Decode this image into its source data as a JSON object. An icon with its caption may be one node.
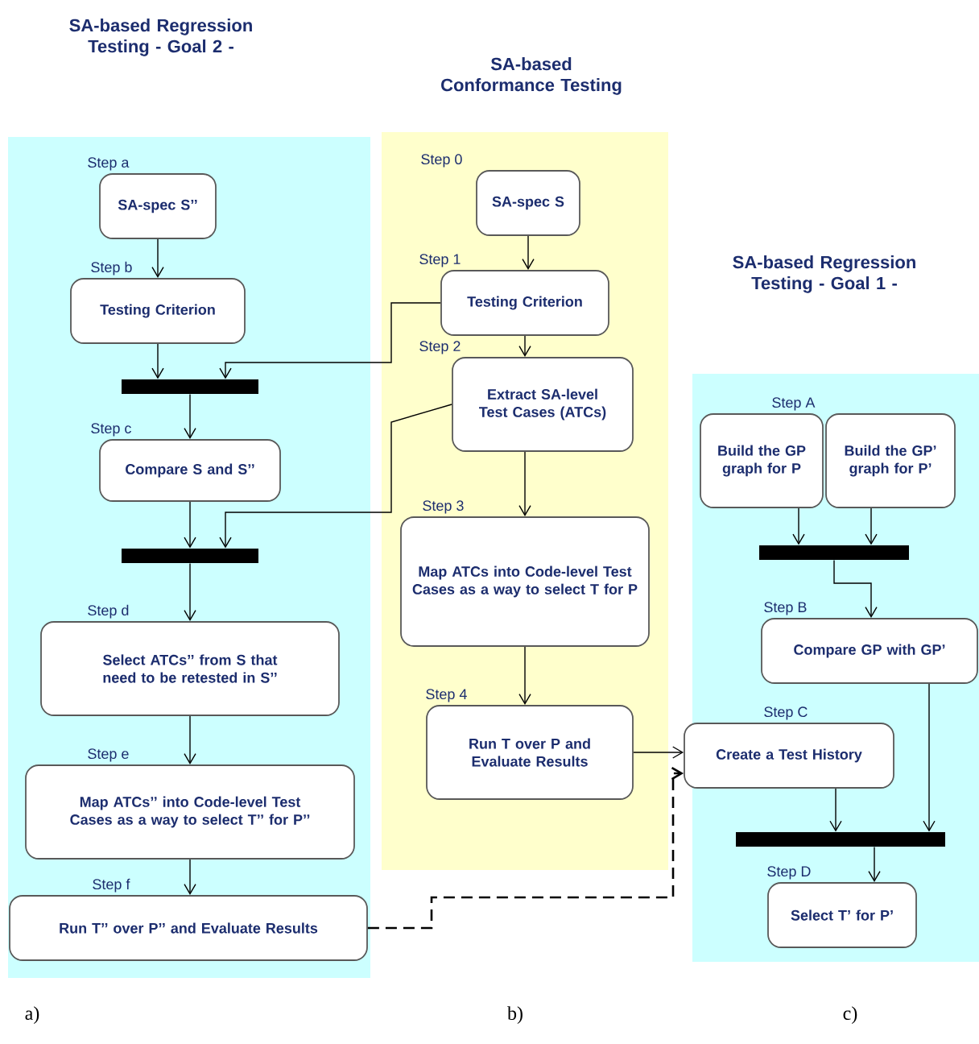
{
  "diagram": {
    "nodes": [
      {
        "text": [
          "SA-based Regression Testing - Goal 2 -"
        ]
      },
      {
        "text": [
          "SA-spec S’’"
        ],
        "in": 0,
        "beside": [
          "Step a"
        ]
      },
      {
        "text": [
          "Testing Criterion"
        ],
        "in": 0,
        "beside": [
          "Step b"
        ]
      },
      {
        "text": [],
        "shape": "bar",
        "in": 0
      },
      {
        "text": [
          "Compare S and S’’"
        ],
        "in": 0,
        "beside": [
          "Step c"
        ]
      },
      {
        "text": [],
        "shape": "bar",
        "in": 0
      },
      {
        "text": [
          "Select ATCs’’ from S that need to be retested in S’’"
        ],
        "in": 0,
        "beside": [
          "Step d"
        ]
      },
      {
        "text": [
          "Map ATCs’’ into Code-level Test Cases as a way to select T’’ for P’’"
        ],
        "in": 0,
        "beside": [
          "Step e"
        ]
      },
      {
        "text": [
          "Run T’’ over P’’ and Evaluate Results"
        ],
        "in": 0,
        "beside": [
          "Step f"
        ]
      },
      {
        "text": [
          "SA-based Conformance Testing"
        ]
      },
      {
        "text": [
          "SA-spec S"
        ],
        "in": 9,
        "beside": [
          "Step 0"
        ]
      },
      {
        "text": [
          "Testing Criterion"
        ],
        "in": 9,
        "beside": [
          "Step 1"
        ]
      },
      {
        "text": [
          "Extract SA-level Test Cases (ATCs)"
        ],
        "in": 9,
        "beside": [
          "Step 2"
        ]
      },
      {
        "text": [
          "Map ATCs into Code-level Test Cases as a way to select T for P"
        ],
        "in": 9,
        "beside": [
          "Step 3"
        ]
      },
      {
        "text": [
          "Run T over P and Evaluate Results"
        ],
        "in": 9,
        "beside": [
          "Step 4"
        ]
      },
      {
        "text": [
          "SA-based Regression Testing - Goal 1 -"
        ]
      },
      {
        "text": [
          "Build the GP graph for P"
        ],
        "in": 15,
        "beside": [
          "Step A"
        ]
      },
      {
        "text": [
          "Build the GP’ graph for P’"
        ],
        "in": 15
      },
      {
        "text": [],
        "shape": "bar",
        "in": 15
      },
      {
        "text": [
          "Compare GP with GP’"
        ],
        "in": 15,
        "beside": [
          "Step B"
        ]
      },
      {
        "text": [
          "Create a Test History"
        ],
        "in": 15,
        "beside": [
          "Step C"
        ]
      },
      {
        "text": [],
        "shape": "bar",
        "in": 15
      },
      {
        "text": [
          "Select T’ for P’"
        ],
        "in": 15,
        "beside": [
          "Step D"
        ]
      }
    ],
    "edges": [
      {
        "from": 1,
        "to": 2,
        "arrow": "to"
      },
      {
        "from": 2,
        "to": 3,
        "arrow": "to"
      },
      {
        "from": 11,
        "to": 3,
        "arrow": "to"
      },
      {
        "from": 3,
        "to": 4,
        "arrow": "to"
      },
      {
        "from": 4,
        "to": 5,
        "arrow": "to"
      },
      {
        "from": 12,
        "to": 5,
        "arrow": "to"
      },
      {
        "from": 5,
        "to": 6,
        "arrow": "to"
      },
      {
        "from": 6,
        "to": 7,
        "arrow": "to"
      },
      {
        "from": 7,
        "to": 8,
        "arrow": "to"
      },
      {
        "from": 10,
        "to": 11,
        "arrow": "to"
      },
      {
        "from": 11,
        "to": 12,
        "arrow": "to"
      },
      {
        "from": 12,
        "to": 13,
        "arrow": "to"
      },
      {
        "from": 13,
        "to": 14,
        "arrow": "to"
      },
      {
        "from": 14,
        "to": 20,
        "arrow": "to"
      },
      {
        "from": 8,
        "to": 20,
        "arrow": "to",
        "style": "dashed"
      },
      {
        "from": 16,
        "to": 18,
        "arrow": "to"
      },
      {
        "from": 17,
        "to": 18,
        "arrow": "to"
      },
      {
        "from": 18,
        "to": 19,
        "arrow": "to"
      },
      {
        "from": 20,
        "to": 21,
        "arrow": "to"
      },
      {
        "from": 19,
        "to": 21,
        "arrow": "to"
      },
      {
        "from": 21,
        "to": 22,
        "arrow": "to"
      }
    ],
    "labels": [
      "a)",
      "b)",
      "c)"
    ]
  }
}
